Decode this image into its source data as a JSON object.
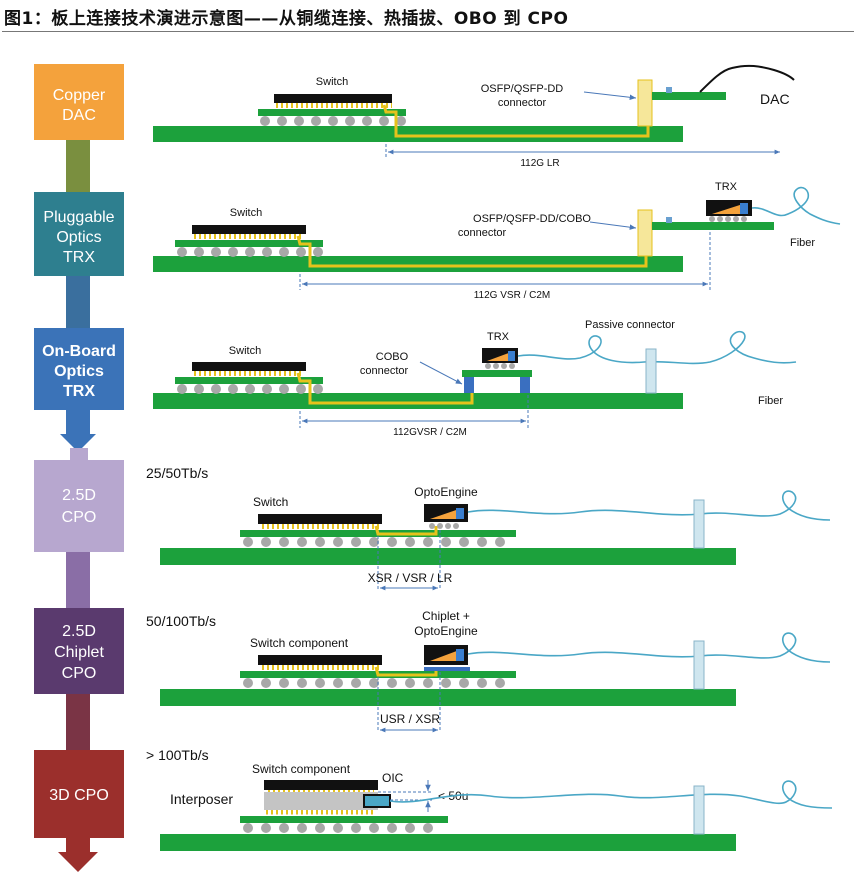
{
  "figure_title": "图1：板上连接技术演进示意图——从铜缆连接、热插拔、OBO 到 CPO",
  "stages": [
    {
      "lines": [
        "Copper",
        "DAC"
      ],
      "color": "#f4a23c"
    },
    {
      "lines": [
        "Pluggable",
        "Optics",
        "TRX"
      ],
      "color": "#2e7f8f"
    },
    {
      "lines": [
        "On-Board",
        "Optics",
        "TRX"
      ],
      "color": "#3b73b8"
    },
    {
      "lines": [
        "2.5D",
        "CPO"
      ],
      "color": "#b7a7cf"
    },
    {
      "lines": [
        "2.5D",
        "Chiplet",
        "CPO"
      ],
      "color": "#5a3a6e"
    },
    {
      "lines": [
        "3D CPO"
      ],
      "color": "#9b2f2c"
    }
  ],
  "rows": [
    {
      "switch": "Switch",
      "connector": [
        "OSFP/QSFP-DD",
        "connector"
      ],
      "end": "DAC",
      "reach": "112G LR"
    },
    {
      "switch": "Switch",
      "module": "TRX",
      "connector": [
        "OSFP/QSFP-DD/COBO",
        "connector"
      ],
      "end": "Fiber",
      "reach": "112G VSR / C2M"
    },
    {
      "switch": "Switch",
      "module": "TRX",
      "connector": [
        "COBO",
        "connector"
      ],
      "passive": "Passive connector",
      "end": "Fiber",
      "reach": "112GVSR / C2M"
    },
    {
      "bandwidth": "25/50Tb/s",
      "switch": "Switch",
      "module": [
        "OptoEngine"
      ],
      "reach": "XSR / VSR / LR"
    },
    {
      "bandwidth": "50/100Tb/s",
      "switch": "Switch component",
      "module": [
        "Chiplet +",
        "OptoEngine"
      ],
      "reach": "USR / XSR"
    },
    {
      "bandwidth": "> 100Tb/s",
      "switch": "Switch component",
      "oic": "OIC",
      "gap": "< 50u",
      "interposer": "Interposer"
    }
  ],
  "colors": {
    "pcb": "#1ca13c",
    "chip": "#111111",
    "ball": "#a8a8a8",
    "trace": "#e6c21c",
    "connector": "#f6e79a",
    "fiber": "#4aa7c6",
    "dimension": "#4a78b8",
    "passive": "#cfe6ef",
    "interposer": "#c4c4c4"
  }
}
